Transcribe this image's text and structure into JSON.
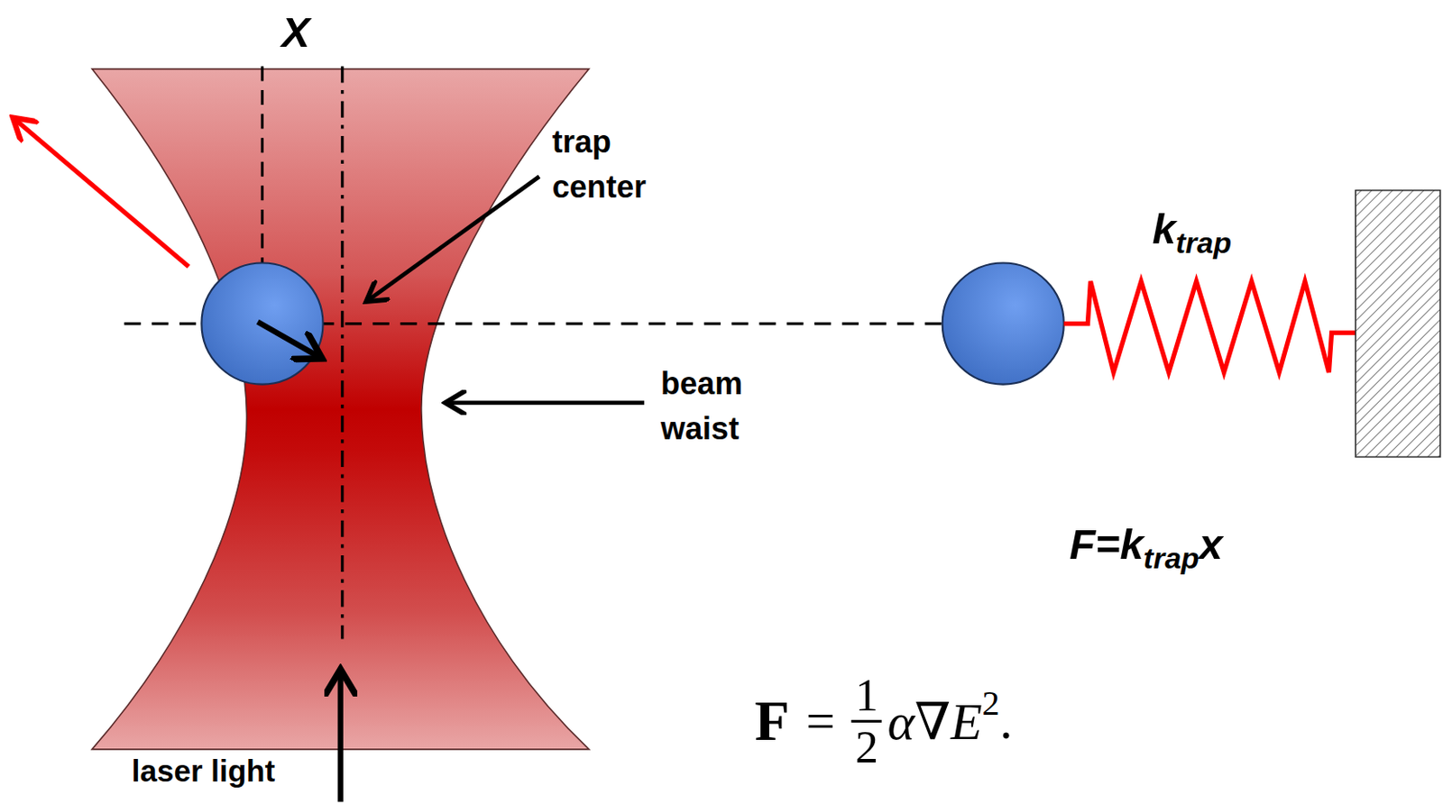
{
  "diagram": {
    "labels": [
      "X",
      "trap center",
      "beam waist",
      "k",
      "trap",
      "F=k",
      "trap",
      "x",
      "laser light",
      "F",
      "=",
      "1",
      "2",
      "α∇E",
      "2",
      "."
    ]
  }
}
